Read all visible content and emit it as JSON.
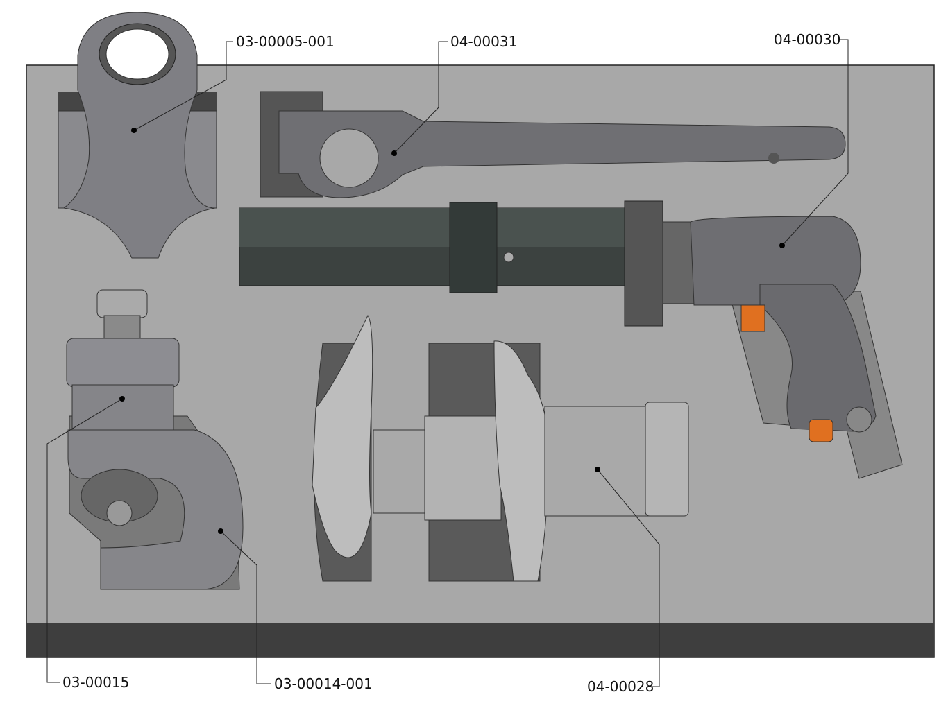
{
  "drawing": {
    "labels": [
      {
        "id": "03-00005-001",
        "text": "03-00005-001"
      },
      {
        "id": "04-00031",
        "text": "04-00031"
      },
      {
        "id": "04-00030",
        "text": "04-00030"
      },
      {
        "id": "03-00015",
        "text": "03-00015"
      },
      {
        "id": "03-00014-001",
        "text": "03-00014-001"
      },
      {
        "id": "04-00028",
        "text": "04-00028"
      }
    ],
    "colors": {
      "tray": "#a8a8a8",
      "tray_edge": "#3e3e3e",
      "part": "#7d7d82",
      "part_light": "#a3a3a6",
      "tool_dark": "#3c4240",
      "accent": "#e07020"
    }
  }
}
